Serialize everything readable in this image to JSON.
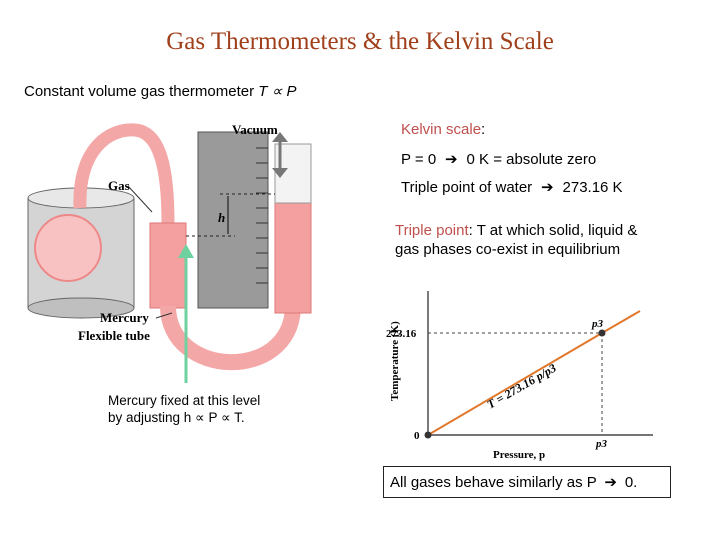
{
  "title": "Gas Thermometers & the Kelvin Scale",
  "subtitle": {
    "text": "Constant volume gas thermometer",
    "formula": "T ∝ P"
  },
  "kelvin": {
    "heading_label": "Kelvin scale",
    "heading_colon": ":",
    "line1_pre": "P = 0",
    "line1_post": "0 K = absolute zero",
    "line2_pre": "Triple point of water",
    "line2_post": "273.16 K",
    "triple_label": "Triple point",
    "triple_text_1": ":  T at which solid, liquid &",
    "triple_text_2": "gas phases co-exist in equilibrium"
  },
  "apparatus": {
    "vacuum_label": "Vacuum",
    "gas_label": "Gas",
    "h_label": "h",
    "mercury_label": "Mercury",
    "tube_label": "Flexible tube",
    "note_line1": "Mercury fixed at this level",
    "note_line2": "by adjusting h  ∝ P ∝ T."
  },
  "graph": {
    "ylabel": "Temperature (K)",
    "xlabel": "Pressure, p",
    "ytick_273": "273.16",
    "ytick_0": "0",
    "xtick_p3": "p3",
    "point_label": "p3",
    "line_label": "T = 273.16 p/p3"
  },
  "chart_data": {
    "type": "line",
    "x": [
      0,
      1
    ],
    "y": [
      0,
      273.16
    ],
    "xlabel": "Pressure, p",
    "ylabel": "Temperature (K)",
    "xtick_labels": [
      "p3"
    ],
    "ytick_labels": [
      "0",
      "273.16"
    ]
  },
  "footer_box": {
    "text_pre": "All gases behave similarly as P",
    "text_post": "0."
  },
  "colors": {
    "title": "#a0401a",
    "accent_red": "#c0504d",
    "arrow_green": "#6fd19f",
    "mercury_pink": "#f2a2a2",
    "graph_line": "#e0772a"
  }
}
